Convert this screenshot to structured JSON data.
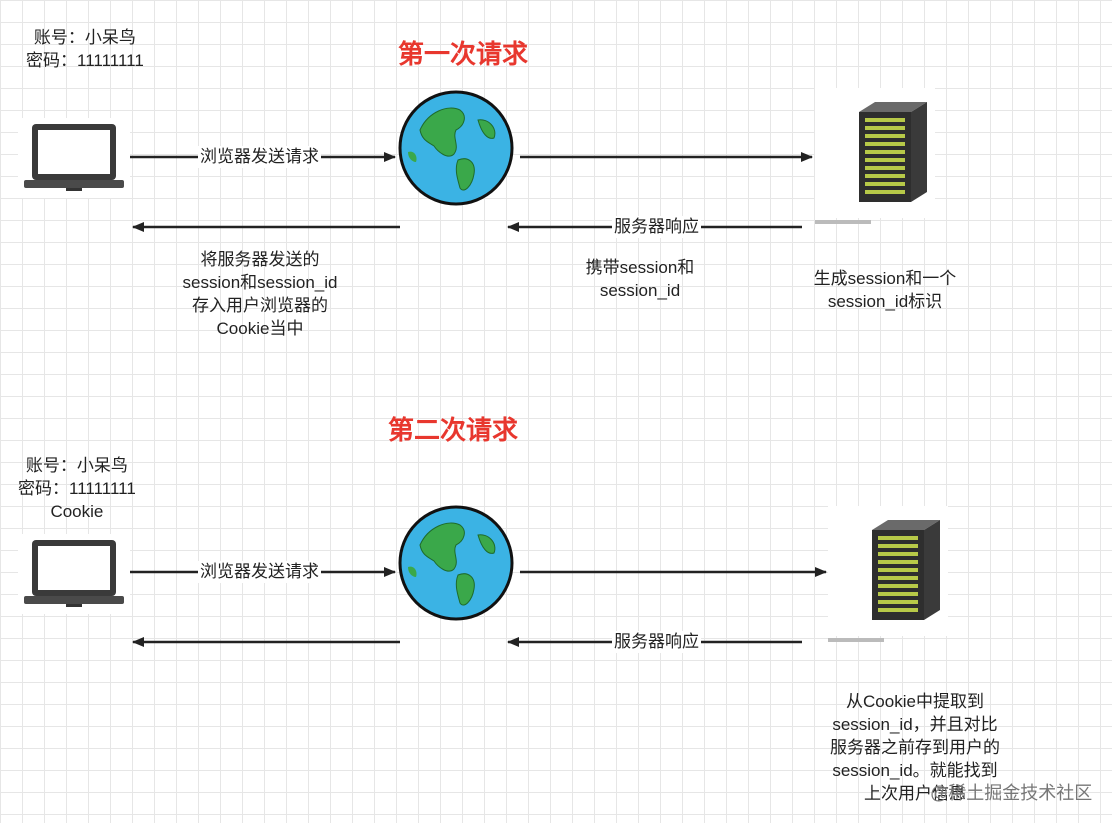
{
  "requests": [
    {
      "title": "第一次请求",
      "account": [
        "账号：小呆鸟",
        "密码：11111111"
      ],
      "arrow_request_label": "浏览器发送请求",
      "arrow_response_label": "服务器响应",
      "browser_note": [
        "将服务器发送的",
        "session和session_id",
        "存入用户浏览器的",
        "Cookie当中"
      ],
      "carry_note": [
        "携带session和",
        "session_id"
      ],
      "server_note": [
        "生成session和一个",
        "session_id标识"
      ]
    },
    {
      "title": "第二次请求",
      "account": [
        "账号：小呆鸟",
        "密码：11111111",
        "Cookie"
      ],
      "arrow_request_label": "浏览器发送请求",
      "arrow_response_label": "服务器响应",
      "server_note": [
        "从Cookie中提取到",
        "session_id，并且对比",
        "服务器之前存到用户的",
        "session_id。就能找到",
        "上次用户信息"
      ]
    }
  ],
  "watermark": "@稀土掘金技术社区",
  "colors": {
    "title": "#e8372e",
    "arrow": "#222222",
    "globe_ocean": "#3bb3e4",
    "globe_land": "#3aa84a"
  },
  "icons": [
    "laptop-icon",
    "globe-icon",
    "server-icon"
  ]
}
